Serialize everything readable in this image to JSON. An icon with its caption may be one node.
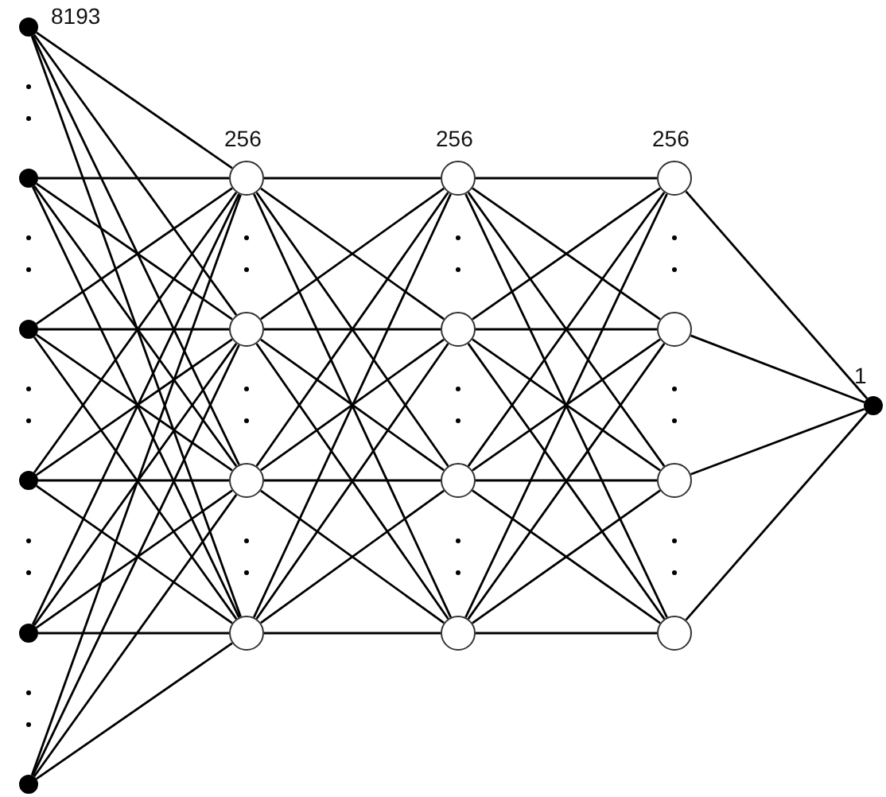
{
  "diagram": {
    "nodes": [
      {
        "text": [],
        "shape": "dot",
        "beside": [
          "8193"
        ]
      },
      {
        "text": [],
        "shape": "dot"
      },
      {
        "text": [],
        "shape": "dot"
      },
      {
        "text": [],
        "shape": "dot"
      },
      {
        "text": [],
        "shape": "dot"
      },
      {
        "text": [],
        "shape": "dot"
      },
      {
        "text": [],
        "shape": "circle",
        "beside": [
          "256"
        ]
      },
      {
        "text": [],
        "shape": "circle"
      },
      {
        "text": [],
        "shape": "circle"
      },
      {
        "text": [],
        "shape": "circle"
      },
      {
        "text": [],
        "shape": "circle",
        "beside": [
          "256"
        ]
      },
      {
        "text": [],
        "shape": "circle"
      },
      {
        "text": [],
        "shape": "circle"
      },
      {
        "text": [],
        "shape": "circle"
      },
      {
        "text": [],
        "shape": "circle",
        "beside": [
          "256"
        ]
      },
      {
        "text": [],
        "shape": "circle"
      },
      {
        "text": [],
        "shape": "circle"
      },
      {
        "text": [],
        "shape": "circle"
      },
      {
        "text": [],
        "shape": "dot",
        "beside": [
          "1"
        ]
      }
    ],
    "edges": [
      {
        "from": 0,
        "to": 6,
        "arrow": "none"
      },
      {
        "from": 0,
        "to": 7,
        "arrow": "none"
      },
      {
        "from": 0,
        "to": 8,
        "arrow": "none"
      },
      {
        "from": 0,
        "to": 9,
        "arrow": "none"
      },
      {
        "from": 1,
        "to": 6,
        "arrow": "none"
      },
      {
        "from": 1,
        "to": 7,
        "arrow": "none"
      },
      {
        "from": 1,
        "to": 8,
        "arrow": "none"
      },
      {
        "from": 1,
        "to": 9,
        "arrow": "none"
      },
      {
        "from": 2,
        "to": 6,
        "arrow": "none"
      },
      {
        "from": 2,
        "to": 7,
        "arrow": "none"
      },
      {
        "from": 2,
        "to": 8,
        "arrow": "none"
      },
      {
        "from": 2,
        "to": 9,
        "arrow": "none"
      },
      {
        "from": 3,
        "to": 6,
        "arrow": "none"
      },
      {
        "from": 3,
        "to": 7,
        "arrow": "none"
      },
      {
        "from": 3,
        "to": 8,
        "arrow": "none"
      },
      {
        "from": 3,
        "to": 9,
        "arrow": "none"
      },
      {
        "from": 4,
        "to": 6,
        "arrow": "none"
      },
      {
        "from": 4,
        "to": 7,
        "arrow": "none"
      },
      {
        "from": 4,
        "to": 8,
        "arrow": "none"
      },
      {
        "from": 4,
        "to": 9,
        "arrow": "none"
      },
      {
        "from": 5,
        "to": 6,
        "arrow": "none"
      },
      {
        "from": 5,
        "to": 7,
        "arrow": "none"
      },
      {
        "from": 5,
        "to": 8,
        "arrow": "none"
      },
      {
        "from": 5,
        "to": 9,
        "arrow": "none"
      },
      {
        "from": 6,
        "to": 10,
        "arrow": "none"
      },
      {
        "from": 6,
        "to": 11,
        "arrow": "none"
      },
      {
        "from": 6,
        "to": 12,
        "arrow": "none"
      },
      {
        "from": 6,
        "to": 13,
        "arrow": "none"
      },
      {
        "from": 7,
        "to": 10,
        "arrow": "none"
      },
      {
        "from": 7,
        "to": 11,
        "arrow": "none"
      },
      {
        "from": 7,
        "to": 12,
        "arrow": "none"
      },
      {
        "from": 7,
        "to": 13,
        "arrow": "none"
      },
      {
        "from": 8,
        "to": 10,
        "arrow": "none"
      },
      {
        "from": 8,
        "to": 11,
        "arrow": "none"
      },
      {
        "from": 8,
        "to": 12,
        "arrow": "none"
      },
      {
        "from": 8,
        "to": 13,
        "arrow": "none"
      },
      {
        "from": 9,
        "to": 10,
        "arrow": "none"
      },
      {
        "from": 9,
        "to": 11,
        "arrow": "none"
      },
      {
        "from": 9,
        "to": 12,
        "arrow": "none"
      },
      {
        "from": 9,
        "to": 13,
        "arrow": "none"
      },
      {
        "from": 10,
        "to": 14,
        "arrow": "none"
      },
      {
        "from": 10,
        "to": 15,
        "arrow": "none"
      },
      {
        "from": 10,
        "to": 16,
        "arrow": "none"
      },
      {
        "from": 10,
        "to": 17,
        "arrow": "none"
      },
      {
        "from": 11,
        "to": 14,
        "arrow": "none"
      },
      {
        "from": 11,
        "to": 15,
        "arrow": "none"
      },
      {
        "from": 11,
        "to": 16,
        "arrow": "none"
      },
      {
        "from": 11,
        "to": 17,
        "arrow": "none"
      },
      {
        "from": 12,
        "to": 14,
        "arrow": "none"
      },
      {
        "from": 12,
        "to": 15,
        "arrow": "none"
      },
      {
        "from": 12,
        "to": 16,
        "arrow": "none"
      },
      {
        "from": 12,
        "to": 17,
        "arrow": "none"
      },
      {
        "from": 13,
        "to": 14,
        "arrow": "none"
      },
      {
        "from": 13,
        "to": 15,
        "arrow": "none"
      },
      {
        "from": 13,
        "to": 16,
        "arrow": "none"
      },
      {
        "from": 13,
        "to": 17,
        "arrow": "none"
      },
      {
        "from": 14,
        "to": 18,
        "arrow": "none"
      },
      {
        "from": 15,
        "to": 18,
        "arrow": "none"
      },
      {
        "from": 16,
        "to": 18,
        "arrow": "none"
      },
      {
        "from": 17,
        "to": 18,
        "arrow": "none"
      }
    ]
  }
}
